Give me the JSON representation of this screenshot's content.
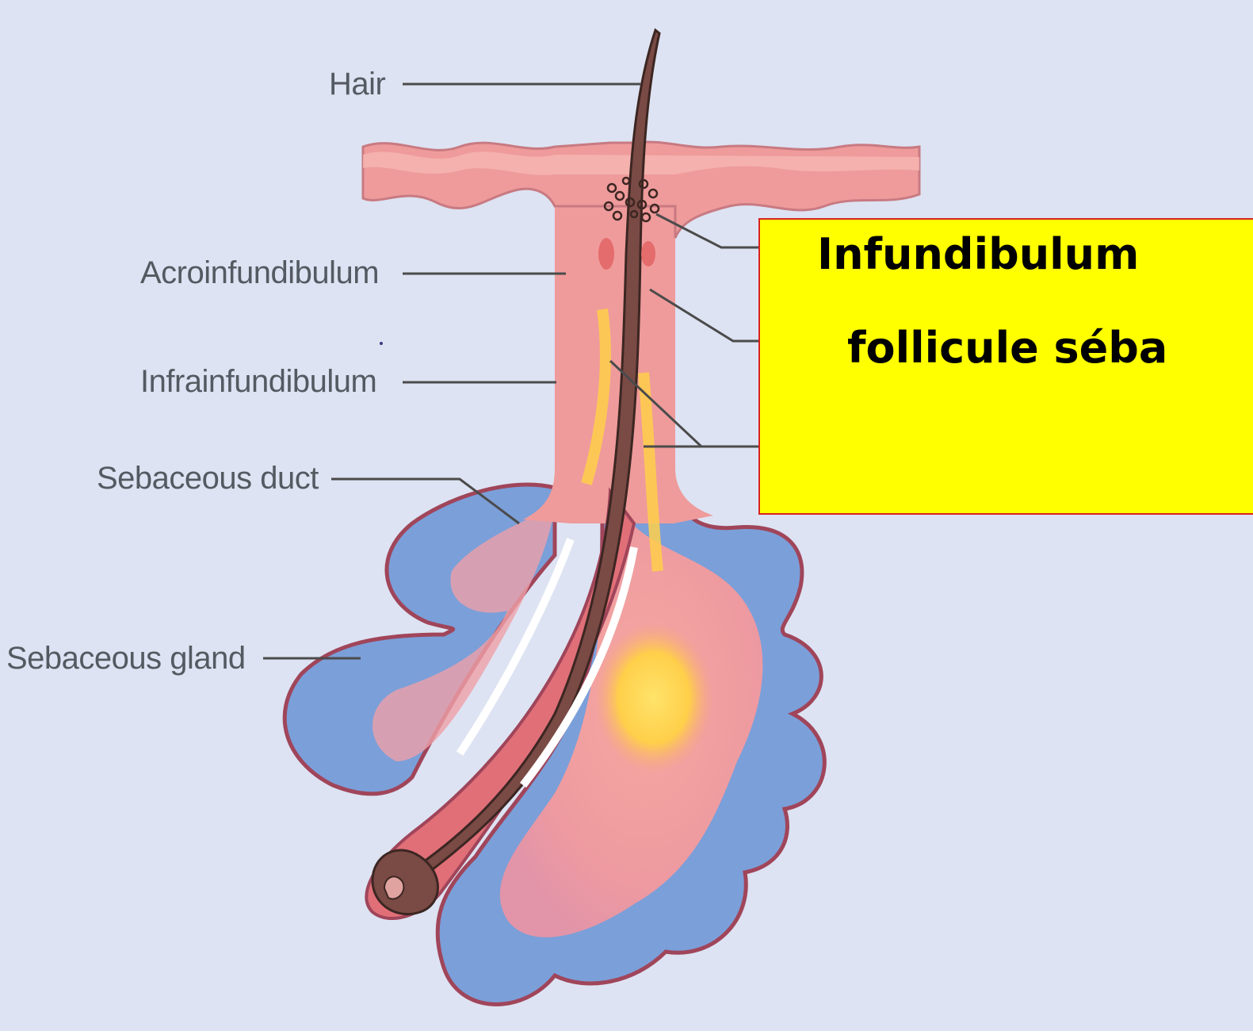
{
  "diagram": {
    "labels": {
      "hair": "Hair",
      "acroinfundibulum": "Acroinfundibulum",
      "infrainfundibulum": "Infrainfundibulum",
      "sebaceous_duct": "Sebaceous duct",
      "sebaceous_gland": "Sebaceous gland"
    },
    "callout": {
      "line1": "Infundibulum",
      "line2": "follicule séba"
    },
    "colors": {
      "background": "#dde3f2",
      "skin": "#ef9b9b",
      "gland": "#7b9fd9",
      "hair": "#7a4a45",
      "sebum": "#ffd24a",
      "callout_fill": "#ffff00",
      "callout_border": "#d8231e"
    }
  }
}
